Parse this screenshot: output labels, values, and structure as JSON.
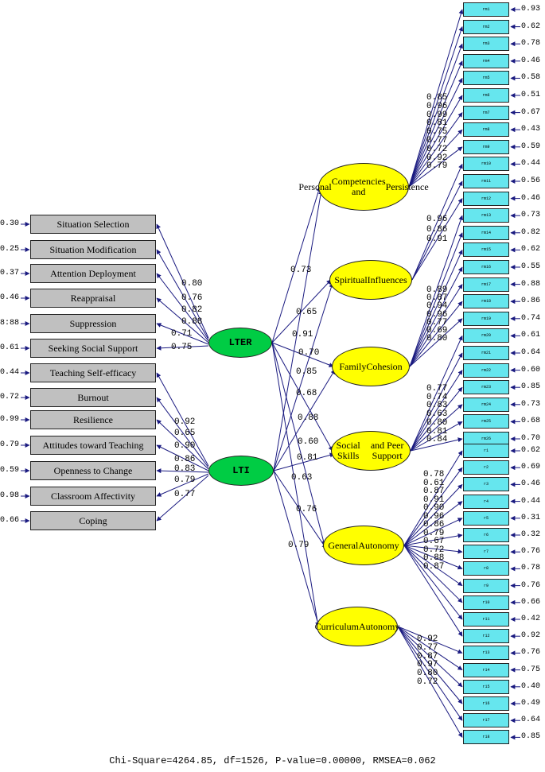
{
  "left_indicators": [
    {
      "label": "Situation Selection",
      "error": "0.30"
    },
    {
      "label": "Situation Modification",
      "error": "0.25"
    },
    {
      "label": "Attention Deployment",
      "error": "0.37"
    },
    {
      "label": "Reappraisal",
      "error": "0.46"
    },
    {
      "label": "Suppression",
      "error": "8:88"
    },
    {
      "label": "Seeking Social Support",
      "error": "0.61"
    },
    {
      "label": "Teaching Self-efficacy",
      "error": "0.44"
    },
    {
      "label": "Burnout",
      "error": "0.72"
    },
    {
      "label": "Resilience",
      "error": "0.99"
    },
    {
      "label": "Attitudes toward Teaching",
      "error": "0.79"
    },
    {
      "label": "Openness to Change",
      "error": "0.59"
    },
    {
      "label": "Classroom Affectivity",
      "error": "0.98"
    },
    {
      "label": "Coping",
      "error": "0.66"
    }
  ],
  "left_latents": [
    {
      "label": "LTER",
      "loadings": [
        "0.80",
        "0.76",
        "0.82",
        "0.88",
        "0.71",
        "0.75"
      ]
    },
    {
      "label": "LTI",
      "loadings": [
        "0.92",
        "0.65",
        "0.90",
        "0.86",
        "0.83",
        "0.79",
        "0.77"
      ]
    }
  ],
  "right_latents": [
    {
      "label": "Personal Competencies and Persistence",
      "lines": [
        "Personal",
        "Competencies and",
        "Persistence"
      ]
    },
    {
      "label": "Spiritual Influences",
      "lines": [
        "Spiritual",
        "Influences"
      ]
    },
    {
      "label": "Family Cohesion",
      "lines": [
        "Family",
        "Cohesion"
      ]
    },
    {
      "label": "Social Skills and Peer Support",
      "lines": [
        "Social Skills",
        "and Peer Support"
      ]
    },
    {
      "label": "General Autonomy",
      "lines": [
        "General",
        "Autonomy"
      ]
    },
    {
      "label": "Curriculum Autonomy",
      "lines": [
        "Curriculum",
        "Autonomy"
      ]
    }
  ],
  "structural_paths": {
    "LTER": [
      "0.73",
      "0.65",
      "0.70",
      "0.85",
      "0.88",
      "0.81"
    ],
    "LTI": [
      "0.91",
      "0.68",
      "0.60",
      "0.63",
      "0.76",
      "0.79"
    ]
  },
  "right_indicators": [
    {
      "label": "rm1",
      "error": "0.93"
    },
    {
      "label": "rm2",
      "error": "0.62"
    },
    {
      "label": "rm3",
      "error": "0.78"
    },
    {
      "label": "rm4",
      "error": "0.46"
    },
    {
      "label": "rm5",
      "error": "0.58"
    },
    {
      "label": "rm6",
      "error": "0.51"
    },
    {
      "label": "rm7",
      "error": "0.67"
    },
    {
      "label": "rm8",
      "error": "0.43"
    },
    {
      "label": "rm9",
      "error": "0.59"
    },
    {
      "label": "rm10",
      "error": "0.44"
    },
    {
      "label": "rm11",
      "error": "0.56"
    },
    {
      "label": "rm12",
      "error": "0.46"
    },
    {
      "label": "rm13",
      "error": "0.73"
    },
    {
      "label": "rm14",
      "error": "0.82"
    },
    {
      "label": "rm15",
      "error": "0.62"
    },
    {
      "label": "rm16",
      "error": "0.55"
    },
    {
      "label": "rm17",
      "error": "0.88"
    },
    {
      "label": "rm18",
      "error": "0.86"
    },
    {
      "label": "rm19",
      "error": "0.74"
    },
    {
      "label": "rm20",
      "error": "0.61"
    },
    {
      "label": "rm21",
      "error": "0.64"
    },
    {
      "label": "rm22",
      "error": "0.60"
    },
    {
      "label": "rm23",
      "error": "0.85"
    },
    {
      "label": "rm24",
      "error": "0.73"
    },
    {
      "label": "rm25",
      "error": "0.68"
    },
    {
      "label": "rm26",
      "error": "0.70"
    },
    {
      "label": "r1",
      "error": "0.62"
    },
    {
      "label": "r2",
      "error": "0.69"
    },
    {
      "label": "r3",
      "error": "0.46"
    },
    {
      "label": "r4",
      "error": "0.44"
    },
    {
      "label": "r5",
      "error": "0.31"
    },
    {
      "label": "r6",
      "error": "0.32"
    },
    {
      "label": "r7",
      "error": "0.76"
    },
    {
      "label": "r8",
      "error": "0.78"
    },
    {
      "label": "r9",
      "error": "0.76"
    },
    {
      "label": "r10",
      "error": "0.66"
    },
    {
      "label": "r11",
      "error": "0.42"
    },
    {
      "label": "r12",
      "error": "0.92"
    },
    {
      "label": "r13",
      "error": "0.76"
    },
    {
      "label": "r14",
      "error": "0.75"
    },
    {
      "label": "r15",
      "error": "0.40"
    },
    {
      "label": "r16",
      "error": "0.49"
    },
    {
      "label": "r17",
      "error": "0.64"
    },
    {
      "label": "r18",
      "error": "0.85"
    }
  ],
  "right_loadings": {
    "Personal Competencies and Persistence": [
      "0.85",
      "0.96",
      "0.99",
      "0.81",
      "0.75",
      "0.77",
      "0.72",
      "0.92",
      "0.79"
    ],
    "Spiritual Influences": [
      "0.96",
      "0.86",
      "0.91"
    ],
    "Family Cohesion": [
      "0.89",
      "0.87",
      "0.94",
      "0.96",
      "0.77",
      "0.69",
      "0.80"
    ],
    "Social Skills and Peer Support": [
      "0.77",
      "0.74",
      "0.83",
      "0.63",
      "0.80",
      "0.81",
      "0.84"
    ],
    "General Autonomy": [
      "0.78",
      "0.61",
      "0.87",
      "0.91",
      "0.90",
      "0.96",
      "0.86",
      "0.79",
      "0.67",
      "0.72",
      "0.88",
      "0.87"
    ],
    "Curriculum Autonomy": [
      "0.92",
      "0.77",
      "0.87",
      "0.97",
      "0.80",
      "0.72"
    ]
  },
  "colors": {
    "line": "#1a1a80",
    "indicator_left": "#c0c0c0",
    "indicator_right": "#66e6ee",
    "exogenous": "#00cc44",
    "endogenous": "#ffff00"
  },
  "fit_statistics": "Chi-Square=4264.85, df=1526, P-value=0.00000, RMSEA=0.062"
}
